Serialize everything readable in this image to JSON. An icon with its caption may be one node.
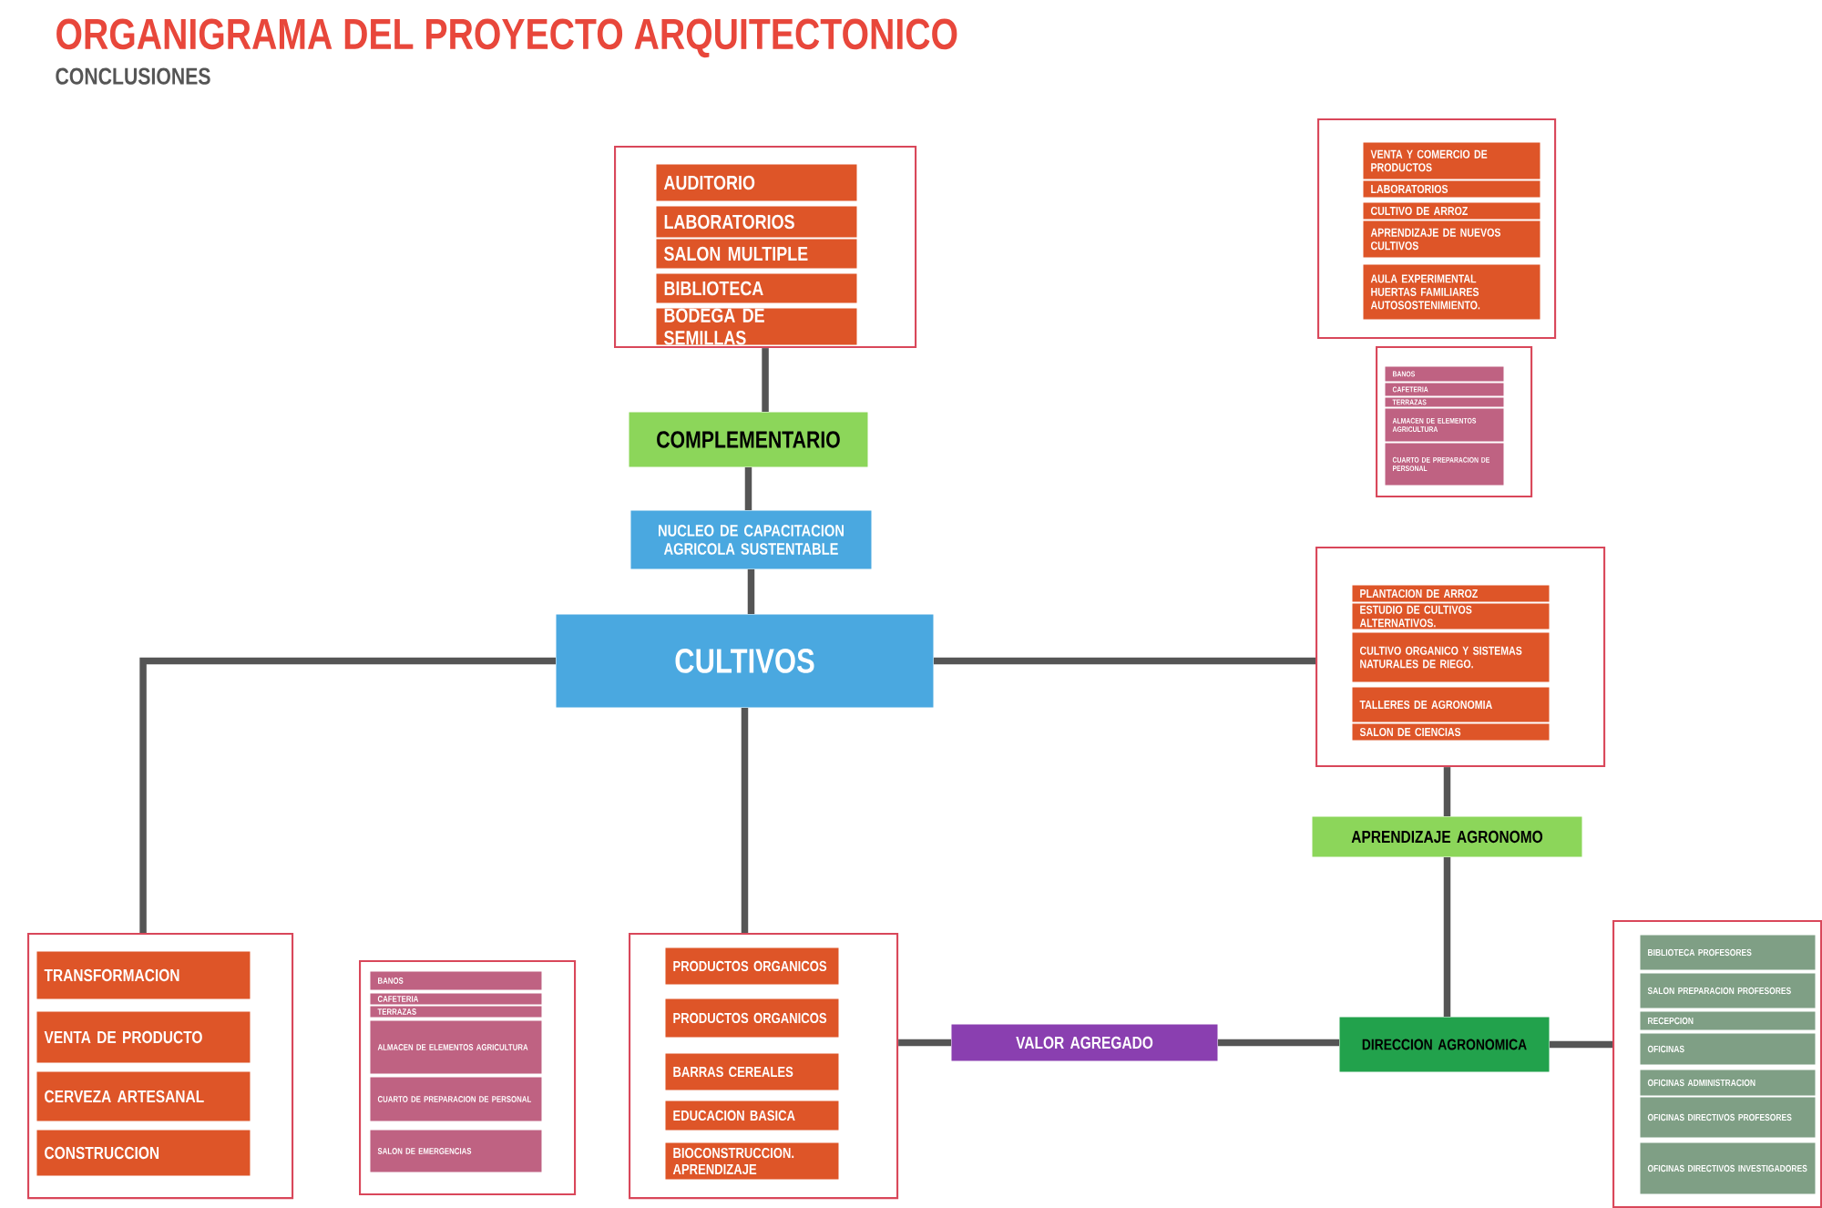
{
  "diagram": {
    "title": "ORGANIGRAMA DEL PROYECTO ARQUITECTONICO",
    "nodes": [
      {
        "text": [],
        "shape": "box"
      },
      {
        "text": [
          "AUDITORIO"
        ],
        "in": 0
      },
      {
        "text": [
          "LABORATORIOS"
        ],
        "in": 0
      },
      {
        "text": [
          "SALON MULTIPLE"
        ],
        "in": 0
      },
      {
        "text": [
          "BIBLIOTECA"
        ],
        "in": 0
      },
      {
        "text": [
          "BODEGA DE SEMILLAS"
        ],
        "in": 0
      },
      {
        "text": [],
        "shape": "box"
      },
      {
        "text": [
          "VENTA Y COMERCIO DE PRODUCTOS"
        ],
        "in": 6
      },
      {
        "text": [
          "LABORATORIOS"
        ],
        "in": 6
      },
      {
        "text": [
          "CULTIVO DE ARROZ"
        ],
        "in": 6
      },
      {
        "text": [
          "APRENDIZAJE DE NUEVOS CULTIVOS"
        ],
        "in": 6
      },
      {
        "text": [
          "AULA EXPERIMENTAL HUERTAS FAMILIARES AUTOSOSTENIMIENTO."
        ],
        "in": 6
      },
      {
        "text": [],
        "shape": "box"
      },
      {
        "text": [
          "BANOS"
        ],
        "in": 12
      },
      {
        "text": [
          "CAFETERIA"
        ],
        "in": 12
      },
      {
        "text": [
          "TERRAZAS"
        ],
        "in": 12
      },
      {
        "text": [
          "ALMACEN DE ELEMENTOS AGRICULTURA"
        ],
        "in": 12
      },
      {
        "text": [
          "CUARTO DE PREPARACION DE PERSONAL"
        ],
        "in": 12
      },
      {
        "text": [
          "COMPLEMENTARIO"
        ]
      },
      {
        "text": [
          "NUCLEO DE CAPACITACION AGRICOLA SUSTENTABLE"
        ]
      },
      {
        "text": [
          "CULTIVOS"
        ]
      },
      {
        "text": [],
        "shape": "box"
      },
      {
        "text": [
          "PLANTACION DE ARROZ"
        ],
        "in": 21
      },
      {
        "text": [
          "ESTUDIO DE CULTIVOS ALTERNATIVOS."
        ],
        "in": 21
      },
      {
        "text": [
          "CULTIVO ORGANICO Y SISTEMAS NATURALES DE RIEGO."
        ],
        "in": 21
      },
      {
        "text": [
          "TALLERES DE AGRONOMIA"
        ],
        "in": 21
      },
      {
        "text": [
          "SALON DE CIENCIAS"
        ],
        "in": 21
      },
      {
        "text": [
          "APRENDIZAJE AGRONOMO"
        ]
      },
      {
        "text": [],
        "shape": "box"
      },
      {
        "text": [
          "TRANSFORMACION"
        ],
        "in": 28
      },
      {
        "text": [
          "VENTA DE PRODUCTO"
        ],
        "in": 28
      },
      {
        "text": [
          "CERVEZA ARTESANAL"
        ],
        "in": 28
      },
      {
        "text": [
          "CONSTRUCCION"
        ],
        "in": 28
      },
      {
        "text": [],
        "shape": "box"
      },
      {
        "text": [
          "BANOS"
        ],
        "in": 33
      },
      {
        "text": [
          "CAFETERIA"
        ],
        "in": 33
      },
      {
        "text": [
          "TERRAZAS"
        ],
        "in": 33
      },
      {
        "text": [
          "ALMACEN DE ELEMENTOS AGRICULTURA"
        ],
        "in": 33
      },
      {
        "text": [
          "CUARTO DE PREPARACION DE PERSONAL"
        ],
        "in": 33
      },
      {
        "text": [
          "SALON DE EMERGENCIAS"
        ],
        "in": 33
      },
      {
        "text": [],
        "shape": "box"
      },
      {
        "text": [
          "PRODUCTOS ORGANICOS"
        ],
        "in": 40
      },
      {
        "text": [
          "PRODUCTOS ORGANICOS"
        ],
        "in": 40
      },
      {
        "text": [
          "BARRAS CEREALES"
        ],
        "in": 40
      },
      {
        "text": [
          "EDUCACION BASICA"
        ],
        "in": 40
      },
      {
        "text": [
          "BIOCONSTRUCCION. APRENDIZAJE"
        ],
        "in": 40
      },
      {
        "text": [
          "VALOR AGREGADO"
        ]
      },
      {
        "text": [
          "DIRECCION AGRONOMICA"
        ]
      },
      {
        "text": [],
        "shape": "box"
      },
      {
        "text": [
          "BIBLIOTECA PROFESORES"
        ],
        "in": 48
      },
      {
        "text": [
          "SALON PREPARACION PROFESORES"
        ],
        "in": 48
      },
      {
        "text": [
          "RECEPCION"
        ],
        "in": 48
      },
      {
        "text": [
          "OFICINAS"
        ],
        "in": 48
      },
      {
        "text": [
          "OFICINAS ADMINISTRACION"
        ],
        "in": 48
      },
      {
        "text": [
          "OFICINAS DIRECTIVOS PROFESORES"
        ],
        "in": 48
      },
      {
        "text": [
          "OFICINAS DIRECTIVOS INVESTIGADORES"
        ],
        "in": 48
      }
    ],
    "edges": [
      {
        "from": 0,
        "to": 18,
        "arrow": "none"
      },
      {
        "from": 18,
        "to": 19,
        "arrow": "none"
      },
      {
        "from": 19,
        "to": 20,
        "arrow": "none"
      },
      {
        "from": 20,
        "to": 28,
        "arrow": "none"
      },
      {
        "from": 20,
        "to": 40,
        "arrow": "none"
      },
      {
        "from": 20,
        "to": 21,
        "arrow": "none"
      },
      {
        "from": 21,
        "to": 27,
        "arrow": "none"
      },
      {
        "from": 27,
        "to": 47,
        "arrow": "none"
      },
      {
        "from": 40,
        "to": 46,
        "arrow": "none"
      },
      {
        "from": 46,
        "to": 47,
        "arrow": "none"
      },
      {
        "from": 47,
        "to": 48,
        "arrow": "none"
      }
    ],
    "labels": [
      "CONCLUSIONES"
    ]
  }
}
